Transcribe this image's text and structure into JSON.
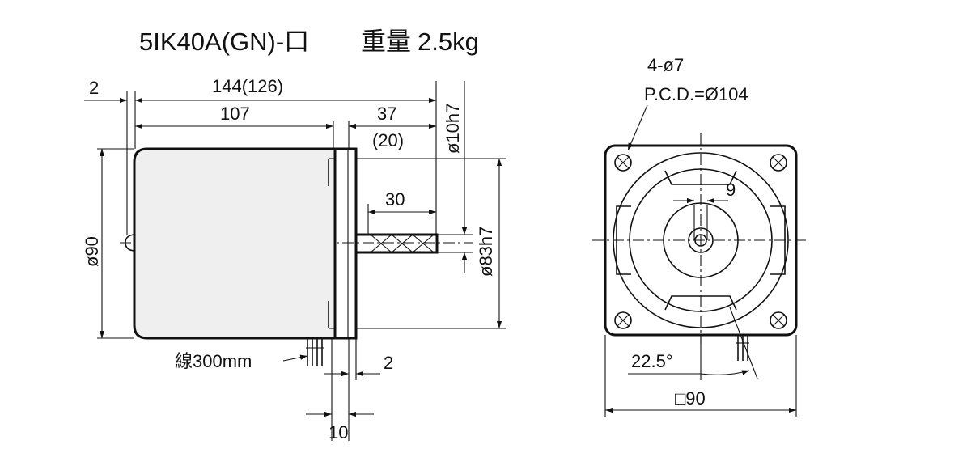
{
  "title": {
    "model": "5IK40A(GN)-口",
    "weight_label": "重量",
    "weight_value": "2.5kg"
  },
  "side_view": {
    "dim_flange_gap": "2",
    "dim_overall": "144(126)",
    "dim_body": "107",
    "dim_shaft_total": "37",
    "dim_shaft_total_alt": "(20)",
    "dim_shaft_key": "30",
    "dim_shaft_dia": "ø10h7",
    "dim_pilot_dia": "ø83h7",
    "dim_body_dia": "ø90",
    "lead_wire": "線300mm",
    "dim_flange_thk": "2",
    "dim_flange_width": "10"
  },
  "front_view": {
    "holes": "4-ø7",
    "pcd": "P.C.D.=Ø104",
    "dim_key_width": "9",
    "dim_angle": "22.5°",
    "dim_square": "□90"
  }
}
